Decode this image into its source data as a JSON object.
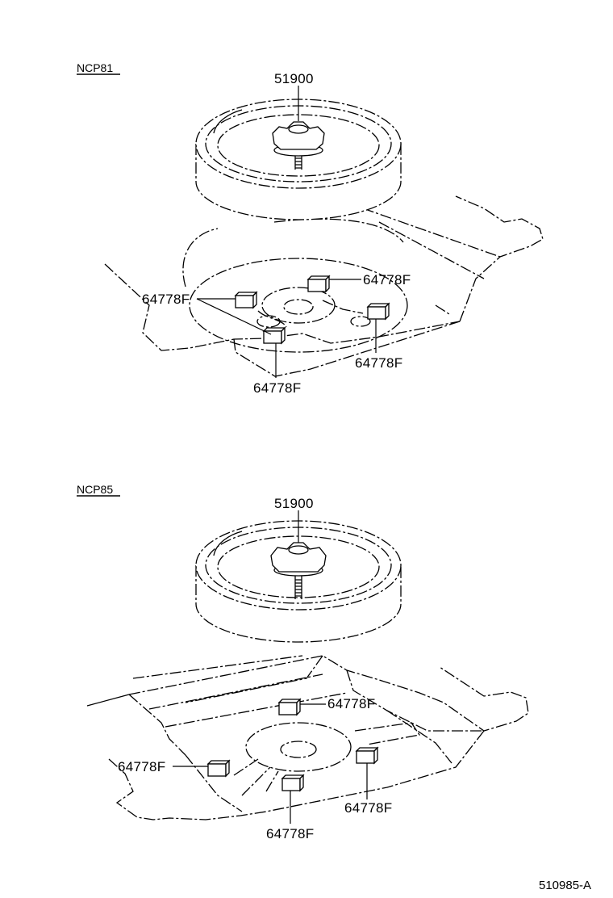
{
  "sections": [
    {
      "model": "NCP81",
      "tire_part": "51900",
      "pad_labels": [
        "64778F",
        "64778F",
        "64778F",
        "64778F"
      ]
    },
    {
      "model": "NCP85",
      "tire_part": "51900",
      "pad_labels": [
        "64778F",
        "64778F",
        "64778F",
        "64778F"
      ]
    }
  ],
  "figure_code": "510985-A"
}
